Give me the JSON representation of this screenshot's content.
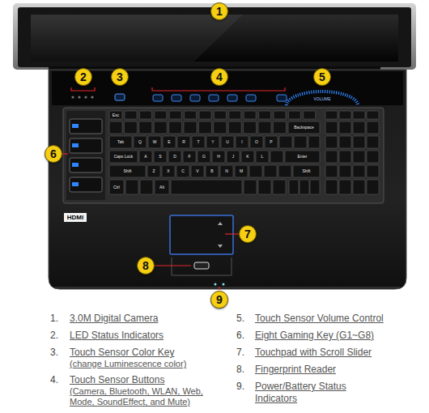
{
  "diagram": {
    "labels": [
      "1",
      "2",
      "3",
      "4",
      "5",
      "6",
      "7",
      "8",
      "9",
      "HDMI",
      "VOLUME",
      "Esc",
      "Backspace",
      "Tab",
      "Q",
      "W",
      "E",
      "R",
      "T",
      "Y",
      "U",
      "I",
      "O",
      "P",
      "Caps Lock",
      "A",
      "S",
      "D",
      "F",
      "G",
      "H",
      "J",
      "K",
      "L",
      "Enter",
      "Shift",
      "Z",
      "X",
      "C",
      "V",
      "B",
      "N",
      "M",
      "Shift",
      "Ctrl",
      "Alt",
      "1.",
      "3.0M Digital Camera",
      "2.",
      "LED Status Indicators",
      "3.",
      "Touch Sensor Color Key",
      "(change Luminescence color)",
      "4.",
      "Touch Sensor Buttons",
      "(Camera, Bluetooth, WLAN, Web, Mode, SoundEffect, and Mute)",
      "5.",
      "Touch Sensor Volume Control",
      "6.",
      "Eight Gaming Key (G1~G8)",
      "7.",
      "Touchpad with Scroll Slider",
      "8.",
      "Fingerprint Reader",
      "9.",
      "Power/Battery Status Indicators"
    ]
  }
}
